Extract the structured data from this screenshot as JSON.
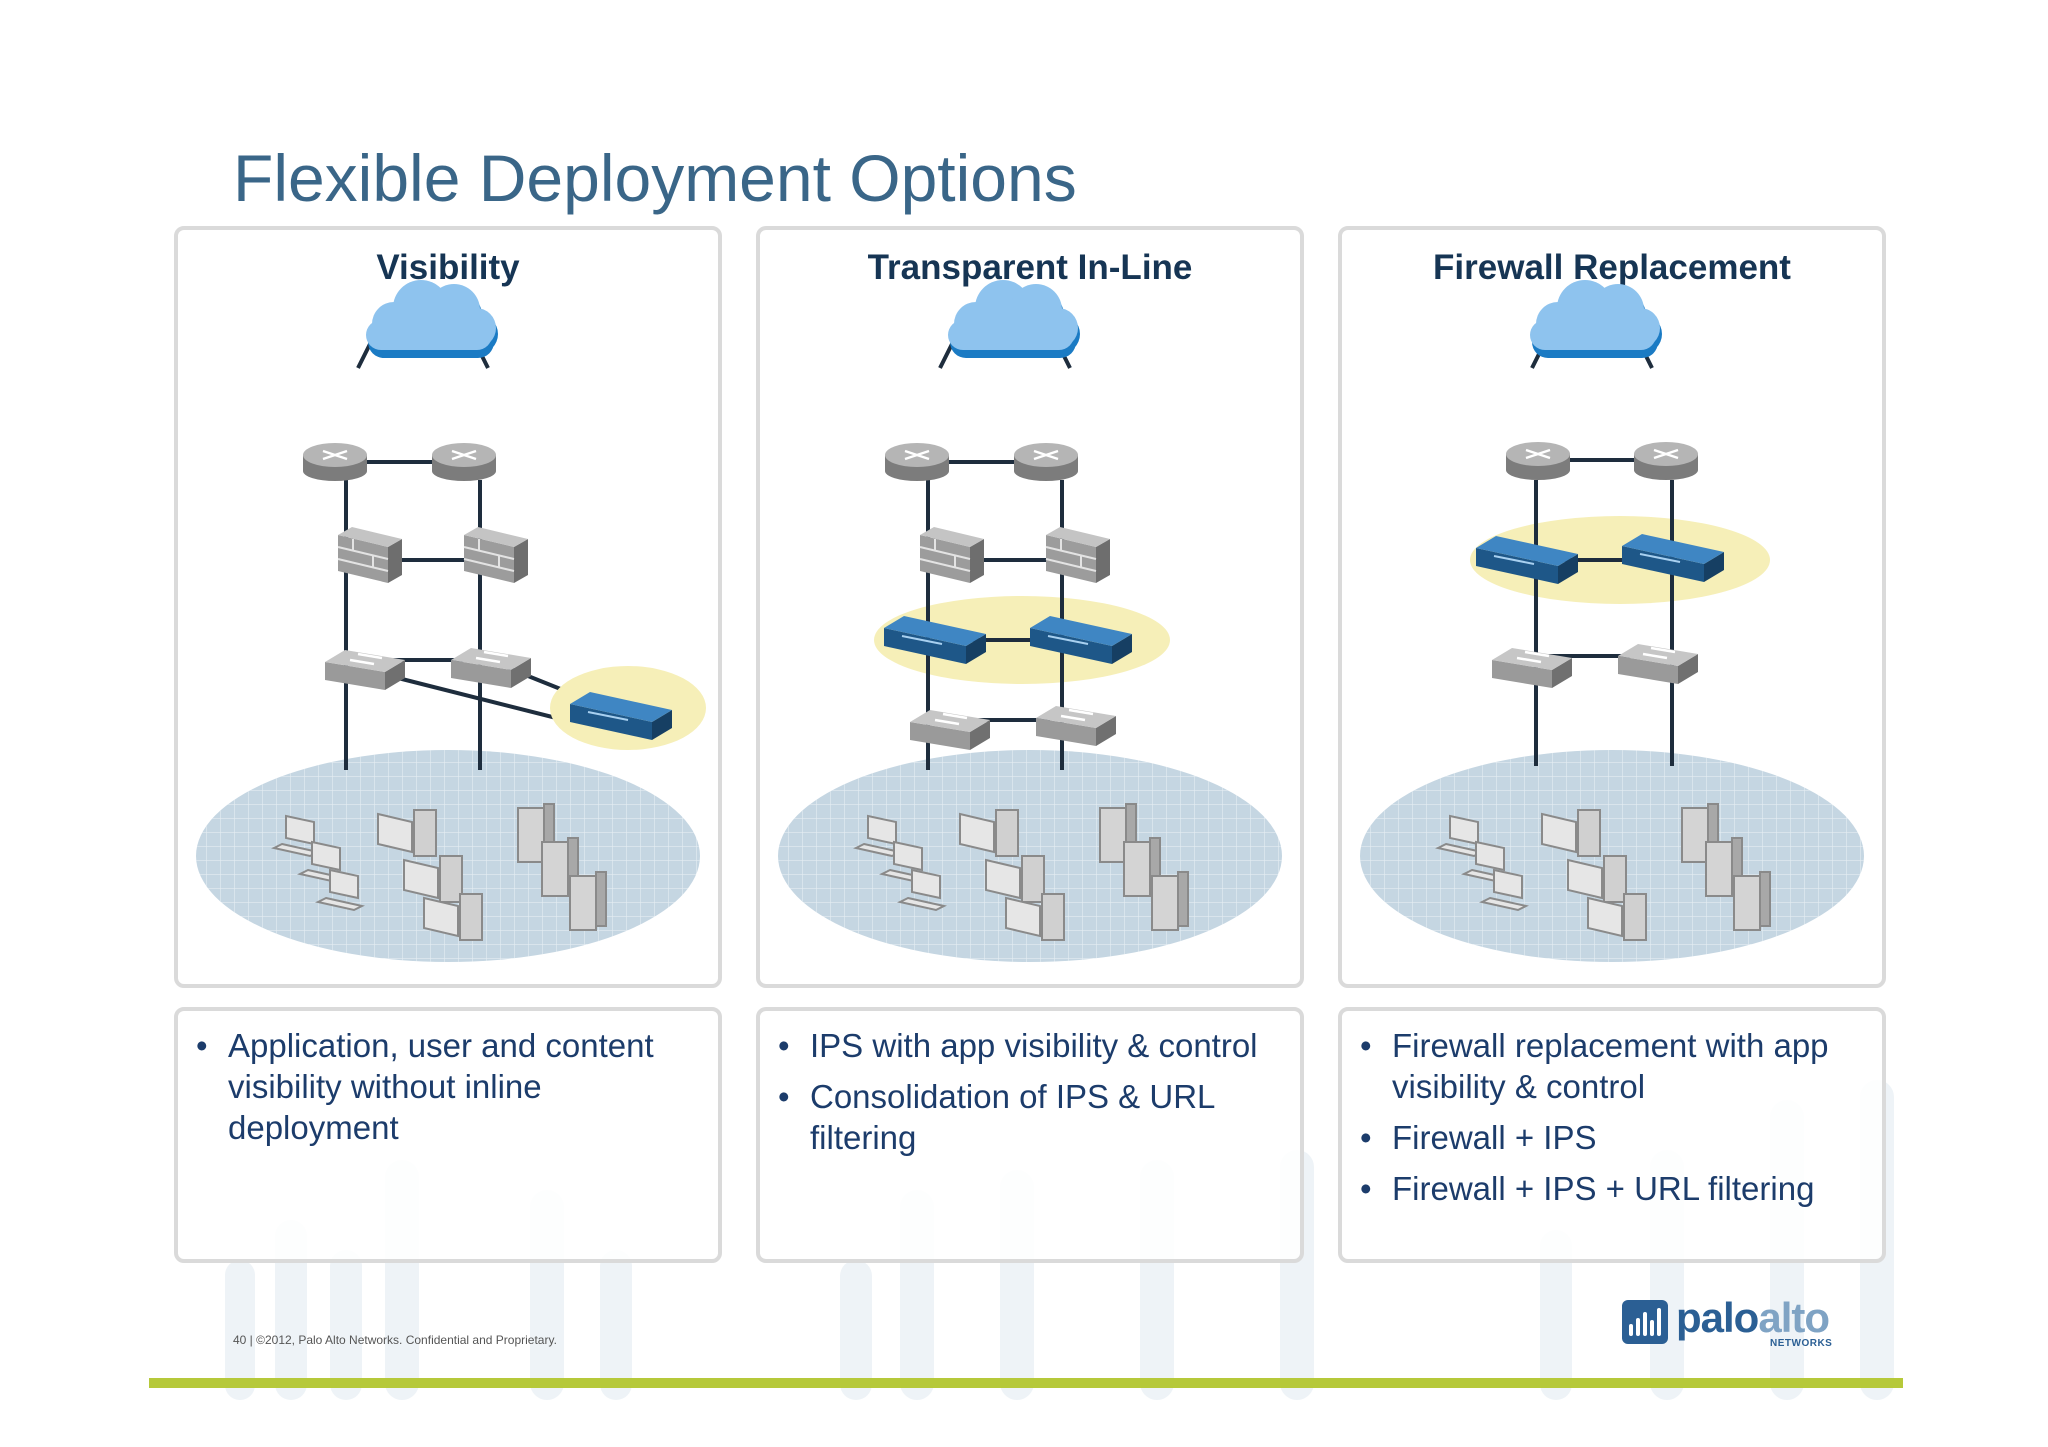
{
  "slide": {
    "title": "Flexible Deployment Options",
    "footer": "40  |  ©2012, Palo Alto Networks. Confidential and Proprietary."
  },
  "logo": {
    "word_1": "palo",
    "word_2": "alto",
    "sub": "NETWORKS"
  },
  "panels": [
    {
      "title": "Visibility",
      "bullets": [
        "Application, user and content visibility without inline deployment"
      ]
    },
    {
      "title": "Transparent In-Line",
      "bullets": [
        "IPS with app visibility & control",
        "Consolidation of IPS & URL filtering"
      ]
    },
    {
      "title": "Firewall Replacement",
      "bullets": [
        "Firewall replacement with app visibility & control",
        "Firewall + IPS",
        "Firewall + IPS + URL filtering"
      ]
    }
  ],
  "icons": [
    "cloud-icon",
    "router-icon",
    "brick-firewall-icon",
    "switch-icon",
    "palo-alto-appliance-icon",
    "desktop-computer-icon",
    "server-tower-icon",
    "logo-bars-icon"
  ],
  "colors": {
    "title": "#3a6688",
    "panel_title": "#163554",
    "bullet_text": "#1c3c6b",
    "accent_bar": "#b6c93a",
    "cloud": "#8ec3ee",
    "appliance": "#2d6fa8",
    "highlight": "#f6efb8",
    "network": "#c5d6e2"
  }
}
